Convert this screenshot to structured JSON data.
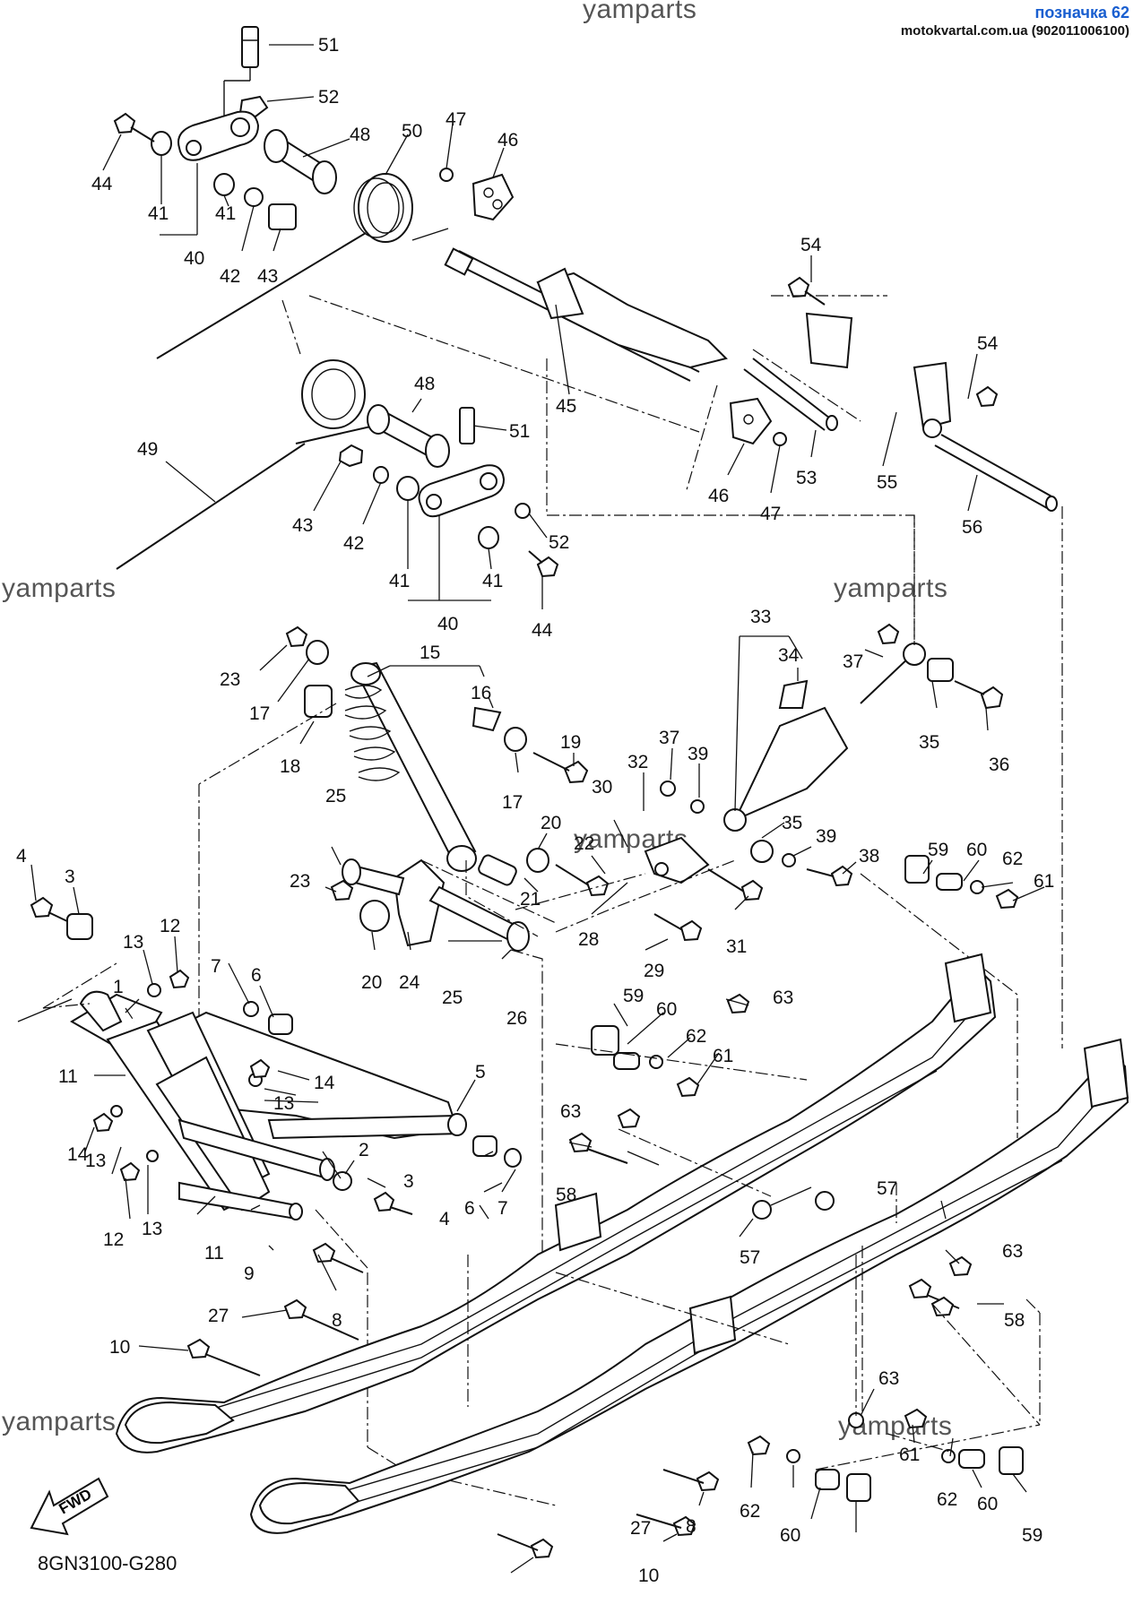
{
  "header": {
    "title": "позначка 62",
    "subtitle": "motokvartal.com.ua (902011006100)"
  },
  "watermarks": [
    "yamparts",
    "yamparts",
    "yamparts",
    "yamparts",
    "yamparts",
    "yamparts",
    "yamparts"
  ],
  "diagram_code": "8GN3100-G280",
  "fwd_label": "FWD",
  "callouts": [
    "51",
    "52",
    "44",
    "48",
    "50",
    "47",
    "46",
    "41",
    "41",
    "40",
    "42",
    "43",
    "54",
    "54",
    "45",
    "46",
    "47",
    "53",
    "55",
    "56",
    "48",
    "51",
    "49",
    "43",
    "42",
    "41",
    "52",
    "41",
    "40",
    "44",
    "33",
    "34",
    "37",
    "15",
    "16",
    "23",
    "17",
    "18",
    "19",
    "17",
    "32",
    "37",
    "39",
    "30",
    "36",
    "35",
    "35",
    "39",
    "25",
    "23",
    "20",
    "22",
    "21",
    "59",
    "60",
    "62",
    "61",
    "38",
    "4",
    "3",
    "12",
    "13",
    "7",
    "6",
    "20",
    "24",
    "25",
    "26",
    "28",
    "31",
    "29",
    "1",
    "14",
    "11",
    "13",
    "5",
    "14",
    "59",
    "60",
    "63",
    "62",
    "61",
    "13",
    "2",
    "63",
    "3",
    "6",
    "7",
    "4",
    "12",
    "13",
    "11",
    "9",
    "58",
    "57",
    "57",
    "63",
    "8",
    "27",
    "58",
    "10",
    "63",
    "61",
    "62",
    "60",
    "59",
    "60",
    "62",
    "8",
    "27",
    "10"
  ]
}
